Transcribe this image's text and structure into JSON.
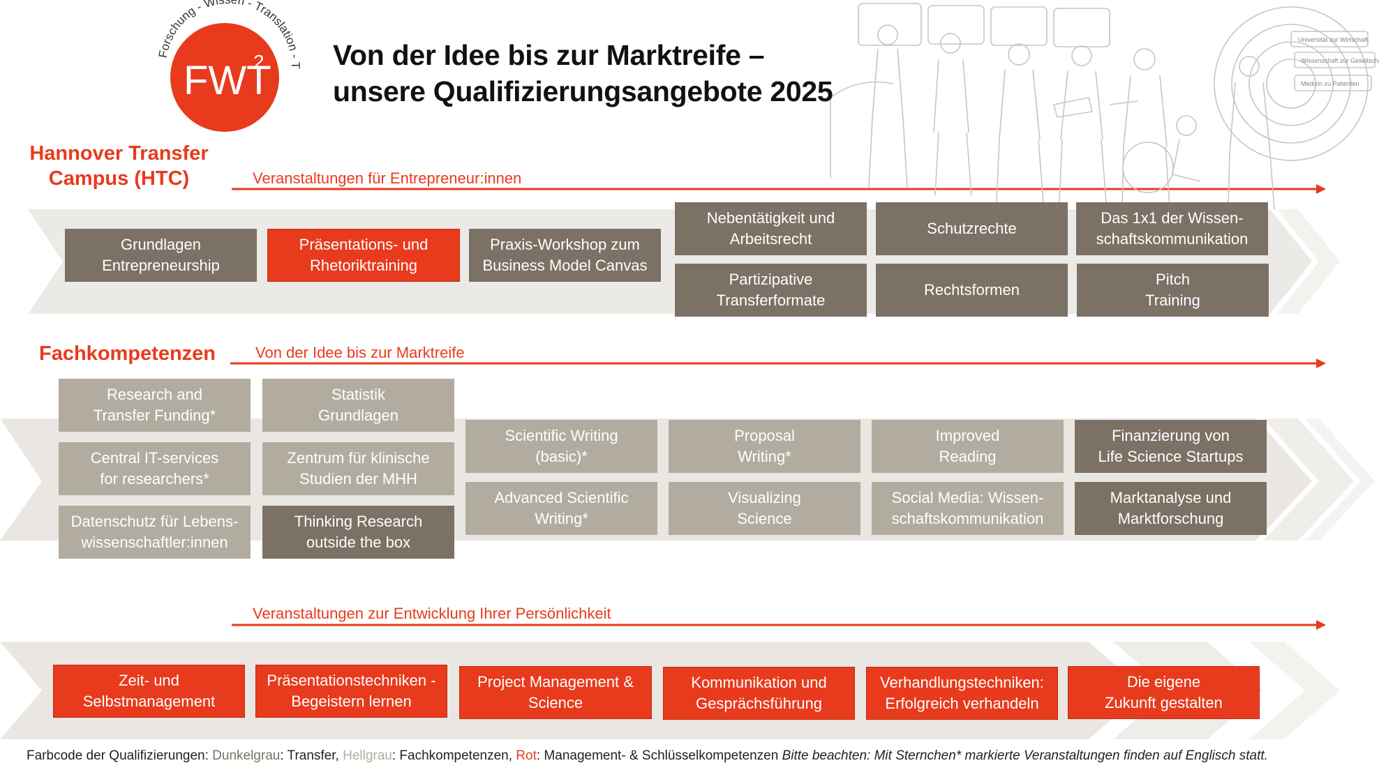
{
  "logo": {
    "ring_text": "Forschung - Wissen - Translation - Transfer",
    "letters": "FWT",
    "superscript": "2"
  },
  "headline": {
    "line1": "Von der Idee bis zur Marktreife –",
    "line2": "unsere Qualifizierungsangebote 2025"
  },
  "illustration": {
    "screen_labels": [
      "Universität zur Wirtschaft",
      "Wissenschaft zur Gesellschaft",
      "Medizin zu Patienten"
    ]
  },
  "colors": {
    "red": "#e83a1c",
    "dark_gray": "#7b7165",
    "light_gray": "#b2aca0"
  },
  "htc": {
    "title_line1": "Hannover Transfer",
    "title_line2": "Campus (HTC)",
    "track_label": "Veranstaltungen für Entrepreneur:innen",
    "items": [
      {
        "label": "Grundlagen\nEntrepreneurship",
        "category": "transfer"
      },
      {
        "label": "Präsentations- und\nRhetoriktraining",
        "category": "key"
      },
      {
        "label": "Praxis-Workshop zum\nBusiness Model Canvas",
        "category": "transfer"
      },
      {
        "label": "Nebentätigkeit und\nArbeitsrecht",
        "category": "transfer"
      },
      {
        "label": "Schutzrechte",
        "category": "transfer"
      },
      {
        "label": "Das 1x1 der Wissen-\nschaftskommunikation",
        "category": "transfer"
      },
      {
        "label": "Partizipative\nTransferformate",
        "category": "transfer"
      },
      {
        "label": "Rechtsformen",
        "category": "transfer"
      },
      {
        "label": "Pitch\nTraining",
        "category": "transfer"
      }
    ]
  },
  "fach": {
    "title": "Fachkompetenzen",
    "track_label": "Von der Idee bis zur Marktreife",
    "items": [
      {
        "label": "Research and\nTransfer Funding*",
        "category": "fach"
      },
      {
        "label": "Statistik\nGrundlagen",
        "category": "fach"
      },
      {
        "label": "Central IT-services\nfor researchers*",
        "category": "fach"
      },
      {
        "label": "Zentrum für klinische\nStudien der MHH",
        "category": "fach"
      },
      {
        "label": "Datenschutz für Lebens-\nwissenschaftler:innen",
        "category": "fach"
      },
      {
        "label": "Thinking Research\noutside the box",
        "category": "transfer"
      },
      {
        "label": "Scientific Writing\n(basic)*",
        "category": "fach"
      },
      {
        "label": "Proposal\nWriting*",
        "category": "fach"
      },
      {
        "label": "Improved\nReading",
        "category": "fach"
      },
      {
        "label": "Finanzierung von\nLife Science Startups",
        "category": "transfer"
      },
      {
        "label": "Advanced Scientific\nWriting*",
        "category": "fach"
      },
      {
        "label": "Visualizing\nScience",
        "category": "fach"
      },
      {
        "label": "Social Media: Wissen-\nschaftskommunikation",
        "category": "fach"
      },
      {
        "label": "Marktanalyse und\nMarktforschung",
        "category": "transfer"
      }
    ]
  },
  "personal": {
    "track_label": "Veranstaltungen zur Entwicklung Ihrer Persönlichkeit",
    "items": [
      {
        "label": "Zeit- und\nSelbstmanagement",
        "category": "key"
      },
      {
        "label": "Präsentationstechniken -\nBegeistern lernen",
        "category": "key"
      },
      {
        "label": "Project Management &\nScience",
        "category": "key"
      },
      {
        "label": "Kommunikation und\nGesprächsführung",
        "category": "key"
      },
      {
        "label": "Verhandlungstechniken:\nErfolgreich verhandeln",
        "category": "key"
      },
      {
        "label": "Die eigene\nZukunft gestalten",
        "category": "key"
      }
    ]
  },
  "footer": {
    "prefix": "Farbcode der Qualifizierungen: ",
    "dark_label": "Dunkelgrau",
    "dark_desc": ": Transfer, ",
    "light_label": "Hellgrau",
    "light_desc": ": Fachkompetenzen, ",
    "red_label": "Rot",
    "red_desc": ": Management- & Schlüsselkompetenzen ",
    "note": "Bitte beachten: Mit Sternchen* markierte Veranstaltungen finden auf Englisch statt."
  }
}
